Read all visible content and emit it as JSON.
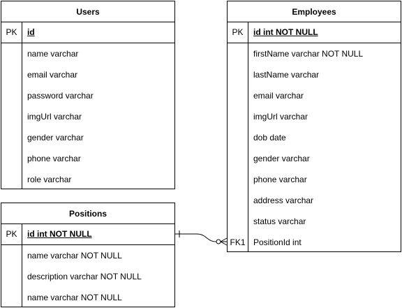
{
  "tables": {
    "users": {
      "title": "Users",
      "pk_label": "PK",
      "pk_field": "id",
      "fields": [
        "name varchar",
        "email varchar",
        "password varchar",
        "imgUrl varchar",
        "gender varchar",
        "phone varchar",
        "role varchar"
      ]
    },
    "employees": {
      "title": "Employees",
      "pk_label": "PK",
      "pk_field": "id int NOT NULL",
      "fk_label": "FK1",
      "fields": [
        "firstName varchar NOT NULL",
        "lastName varchar",
        "email varchar",
        "imgUrl varchar",
        "dob date",
        "gender varchar",
        "phone varchar",
        "address varchar",
        "status varchar",
        "PositionId int"
      ]
    },
    "positions": {
      "title": "Positions",
      "pk_label": "PK",
      "pk_field": "id int NOT NULL",
      "fields": [
        "name varchar NOT NULL",
        "description varchar NOT NULL",
        "name varchar NOT NULL"
      ]
    }
  },
  "relationship": {
    "from": "Positions",
    "to": "Employees",
    "from_end": "one-mandatory",
    "to_end": "many-optional"
  }
}
